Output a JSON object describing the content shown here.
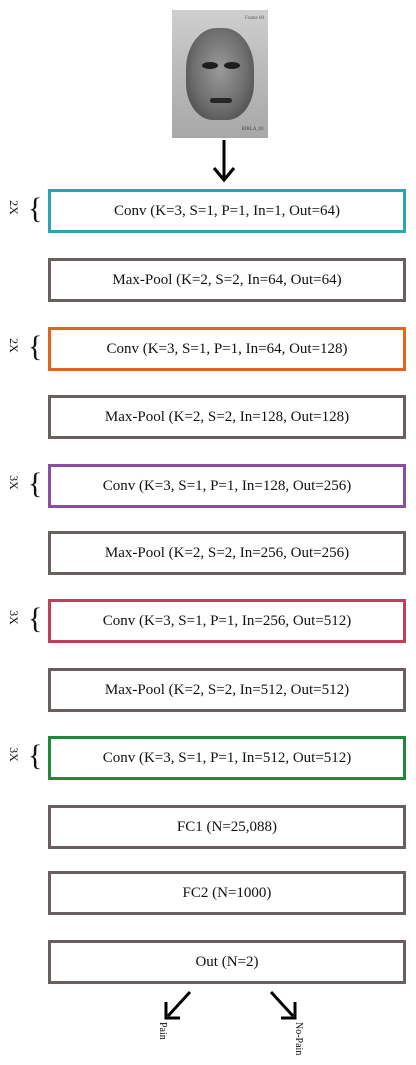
{
  "input_image": {
    "tag_top": "Frame 00",
    "tag_bottom": "BIRLA_01"
  },
  "layers": [
    {
      "label": "Conv (K=3, S=1, P=1, In=1, Out=64)",
      "repeat": "2X",
      "color": "#29a7b0"
    },
    {
      "label": "Max-Pool (K=2, S=2, In=64, Out=64)",
      "repeat": "",
      "color": "#6a5f5f"
    },
    {
      "label": "Conv (K=3, S=1, P=1, In=64, Out=128)",
      "repeat": "2X",
      "color": "#e0661e"
    },
    {
      "label": "Max-Pool (K=2, S=2, In=128, Out=128)",
      "repeat": "",
      "color": "#6a5f5f"
    },
    {
      "label": "Conv (K=3, S=1, P=1, In=128, Out=256)",
      "repeat": "3X",
      "color": "#8a4fa0"
    },
    {
      "label": "Max-Pool (K=2, S=2, In=256, Out=256)",
      "repeat": "",
      "color": "#6a5f5f"
    },
    {
      "label": "Conv (K=3, S=1, P=1, In=256, Out=512)",
      "repeat": "3X",
      "color": "#c0405a"
    },
    {
      "label": "Max-Pool (K=2, S=2, In=512, Out=512)",
      "repeat": "",
      "color": "#6a5f5f"
    },
    {
      "label": "Conv (K=3, S=1, P=1, In=512, Out=512)",
      "repeat": "3X",
      "color": "#1f8a3a"
    },
    {
      "label": "FC1 (N=25,088)",
      "repeat": "",
      "color": "#6a5f5f"
    },
    {
      "label": "FC2 (N=1000)",
      "repeat": "",
      "color": "#6a5f5f"
    },
    {
      "label": "Out (N=2)",
      "repeat": "",
      "color": "#6a5f5f"
    }
  ],
  "outputs": {
    "left": "Pain",
    "right": "No-Pain"
  }
}
